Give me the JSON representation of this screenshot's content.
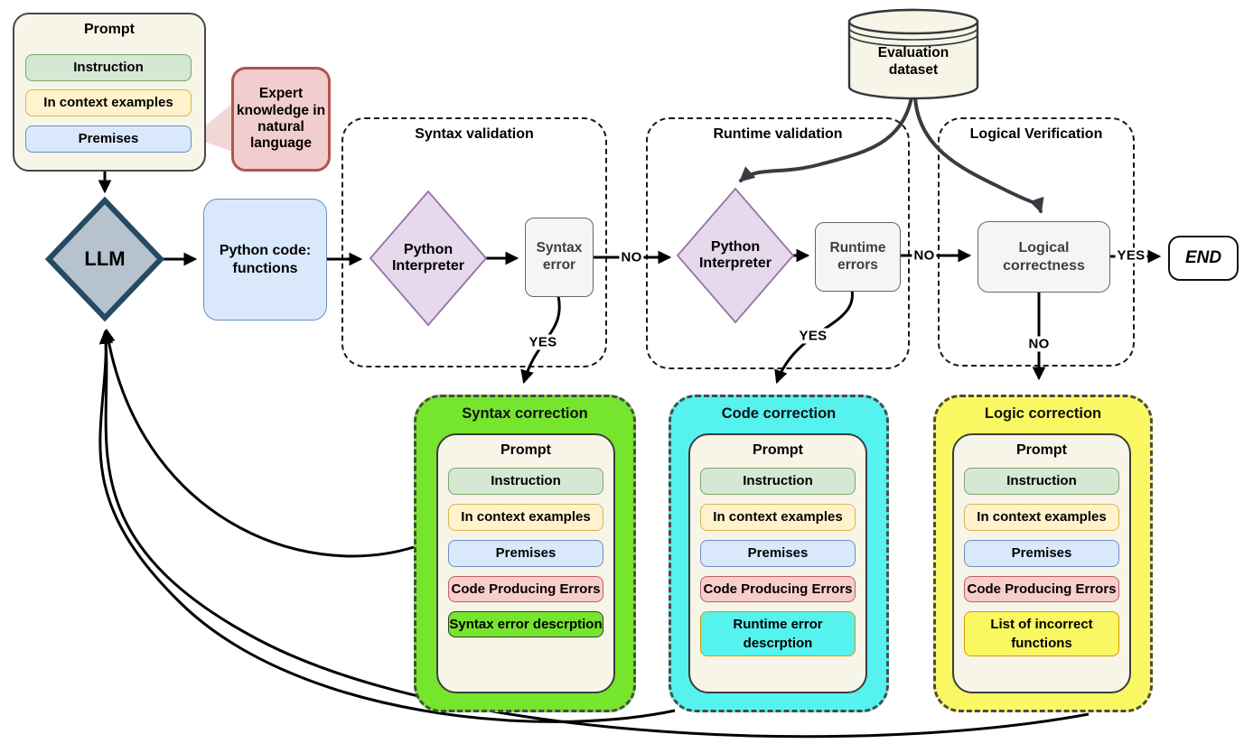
{
  "diagram": {
    "prompt": {
      "title": "Prompt",
      "instruction": "Instruction",
      "in_context": "In context examples",
      "premises": "Premises"
    },
    "callout": {
      "text": "Expert knowledge in natural language"
    },
    "llm_label": "LLM",
    "python_code_label": "Python code: functions",
    "syntax_section": {
      "title": "Syntax validation",
      "interpreter": "Python Interpreter",
      "check": "Syntax error"
    },
    "runtime_section": {
      "title": "Runtime validation",
      "interpreter": "Python Interpreter",
      "check": "Runtime errors"
    },
    "logical_section": {
      "title": "Logical Verification",
      "check": "Logical correctness"
    },
    "dataset_label": "Evaluation dataset",
    "end_label": "END",
    "labels": {
      "yes": "YES",
      "no": "NO"
    },
    "corrections": {
      "syntax": {
        "title": "Syntax correction",
        "prompt_title": "Prompt",
        "instruction": "Instruction",
        "in_context": "In context examples",
        "premises": "Premises",
        "code_errors": "Code Producing Errors",
        "extra": "Syntax error descrption"
      },
      "code": {
        "title": "Code correction",
        "prompt_title": "Prompt",
        "instruction": "Instruction",
        "in_context": "In context examples",
        "premises": "Premises",
        "code_errors": "Code Producing Errors",
        "extra": "Runtime error descrption"
      },
      "logic": {
        "title": "Logic correction",
        "prompt_title": "Prompt",
        "instruction": "Instruction",
        "in_context": "In context examples",
        "premises": "Premises",
        "code_errors": "Code Producing Errors",
        "extra": "List of incorrect functions"
      }
    },
    "colors": {
      "syntax_accent": "#76e52d",
      "code_accent": "#55f2ee",
      "logic_accent": "#f9f862",
      "interpreter_fill": "#e6d9ec",
      "interpreter_border": "#9673a6",
      "llm_fill": "#b6c2cd",
      "llm_border": "#254a63",
      "chip_green": "#d5e8d4",
      "chip_yellow": "#fff2cc",
      "chip_blue": "#dae8fc",
      "chip_pink": "#f8cecc",
      "callout_fill": "#f2cdcd",
      "callout_border": "#b05450",
      "cream": "#f6f5e7"
    }
  }
}
